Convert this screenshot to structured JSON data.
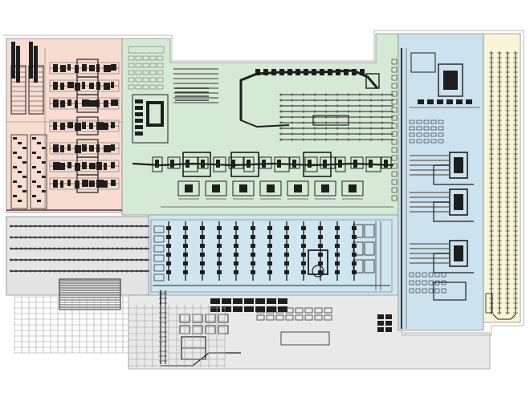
{
  "title": "",
  "zones": [
    {
      "id": "press-shop",
      "fill": "#f8dcd0",
      "stroke": "#8a8a8a"
    },
    {
      "id": "body-shop",
      "fill": "#d5ead5",
      "stroke": "#8a8a8a"
    },
    {
      "id": "paint-shop",
      "fill": "#cfe5f0",
      "stroke": "#8a8a8a"
    },
    {
      "id": "assembly-shop",
      "fill": "#cde2ef",
      "stroke": "#8a8a8a"
    },
    {
      "id": "storage-area",
      "fill": "#faf5d8",
      "stroke": "#8a8a8a"
    },
    {
      "id": "logistics-area",
      "fill": "#e4e4e4",
      "stroke": "#8a8a8a"
    },
    {
      "id": "outdoor-yard",
      "fill": "#e9e9e9",
      "stroke": "#9a9a9a"
    }
  ],
  "colors": {
    "equipment": "#1e1e1e",
    "equipment_light": "#6f6f6f",
    "grid": "#9c9c9c",
    "background": "#ffffff"
  }
}
